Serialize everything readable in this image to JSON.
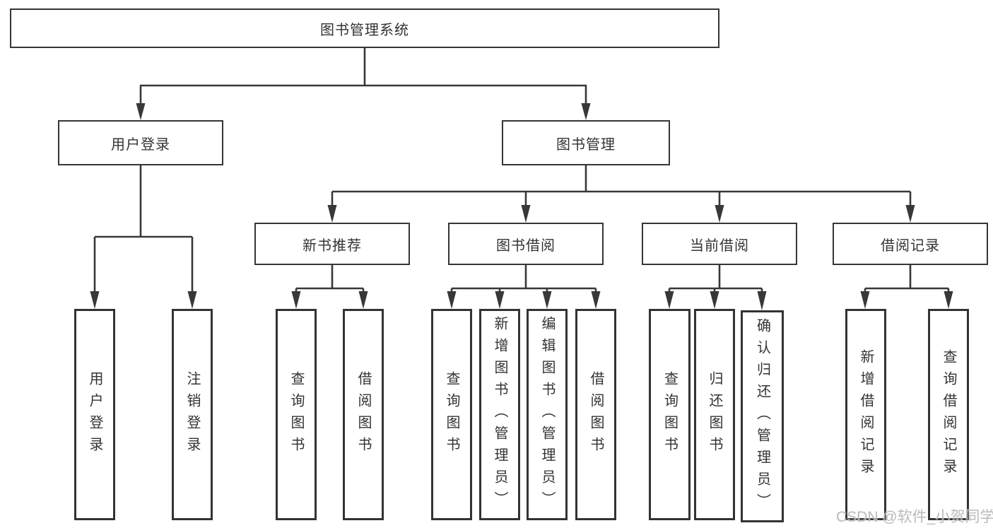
{
  "tree": {
    "label": "图书管理系统",
    "children": [
      {
        "label": "用户登录",
        "children": [
          {
            "label": "用户登录"
          },
          {
            "label": "注销登录"
          }
        ]
      },
      {
        "label": "图书管理",
        "children": [
          {
            "label": "新书推荐",
            "children": [
              {
                "label": "查询图书"
              },
              {
                "label": "借阅图书"
              }
            ]
          },
          {
            "label": "图书借阅",
            "children": [
              {
                "label": "查询图书"
              },
              {
                "label": "新增图书（管理员）"
              },
              {
                "label": "编辑图书（管理员）"
              },
              {
                "label": "借阅图书"
              }
            ]
          },
          {
            "label": "当前借阅",
            "children": [
              {
                "label": "查询图书"
              },
              {
                "label": "归还图书"
              },
              {
                "label": "确认归还（管理员）"
              }
            ]
          },
          {
            "label": "借阅记录",
            "children": [
              {
                "label": "新增借阅记录"
              },
              {
                "label": "查询借阅记录"
              }
            ]
          }
        ]
      }
    ]
  },
  "watermark": {
    "text": "CSDN @软件_小贺同学"
  },
  "colors": {
    "line": "#383838",
    "box_border": "#333333",
    "box_fill": "#ffffff",
    "text": "#333333",
    "watermark": "#b2b6b6",
    "background": "#ffffff"
  }
}
